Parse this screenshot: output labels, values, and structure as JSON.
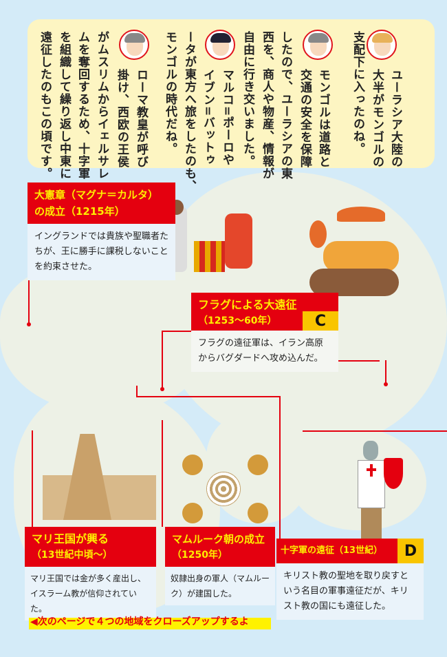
{
  "dialogue": [
    {
      "speaker": "girl",
      "lines": [
        "ユーラシア大陸の",
        "大半がモンゴルの",
        "支配下に入ったのね。"
      ]
    },
    {
      "speaker": "teacher",
      "lines": [
        "モンゴルは道路と",
        "交通の安全を保障",
        "したので、ユーラシアの東",
        "西を、商人や物産、情報が",
        "自由に行き交いました。"
      ]
    },
    {
      "speaker": "boy",
      "lines": [
        "マルコ=ポーロや",
        "イブン=バットゥ",
        "ータが東方へ旅をしたのも、",
        "モンゴルの時代だね。"
      ]
    },
    {
      "speaker": "teacher",
      "lines": [
        "ローマ教皇が呼び",
        "掛け、西欧の王侯",
        "がムスリムからイェルサレ",
        "ムを奪回するため、十字軍",
        "を組織して繰り返し中東に",
        "遠征したのもこの頃です。"
      ]
    }
  ],
  "cards": {
    "magna": {
      "title": "大憲章（マグナ＝カルタ）",
      "year": "の成立（1215年）",
      "body": "イングランドでは貴族や聖職者たちが、王に勝手に課税しないことを約束させた。"
    },
    "hulagu": {
      "title": "フラグによる大遠征",
      "year": "（1253～60年）",
      "badge": "C",
      "body": "フラグの遠征軍は、イラン高原からバグダードへ攻め込んだ。"
    },
    "mali": {
      "title": "マリ王国が興る",
      "year": "（13世紀中頃～）",
      "body": "マリ王国では金が多く産出し、イスラーム教が信仰されていた。"
    },
    "mamluk": {
      "title": "マムルーク朝の成立",
      "year": "（1250年）",
      "body": "奴隷出身の軍人（マムルーク）が建国した。"
    },
    "crusade": {
      "title": "十字軍の遠征（13世紀）",
      "badge": "D",
      "body": "キリスト教の聖地を取り戻すという名目の軍事遠征だが、キリスト教の国にも遠征した。"
    }
  },
  "footer": "◀次のページで４つの地域をクローズアップするよ",
  "colors": {
    "red": "#e4000f",
    "yellow": "#ffee00",
    "badge": "#f9c500",
    "bubble": "#fdf5c2",
    "sea": "#d4ebf8"
  }
}
